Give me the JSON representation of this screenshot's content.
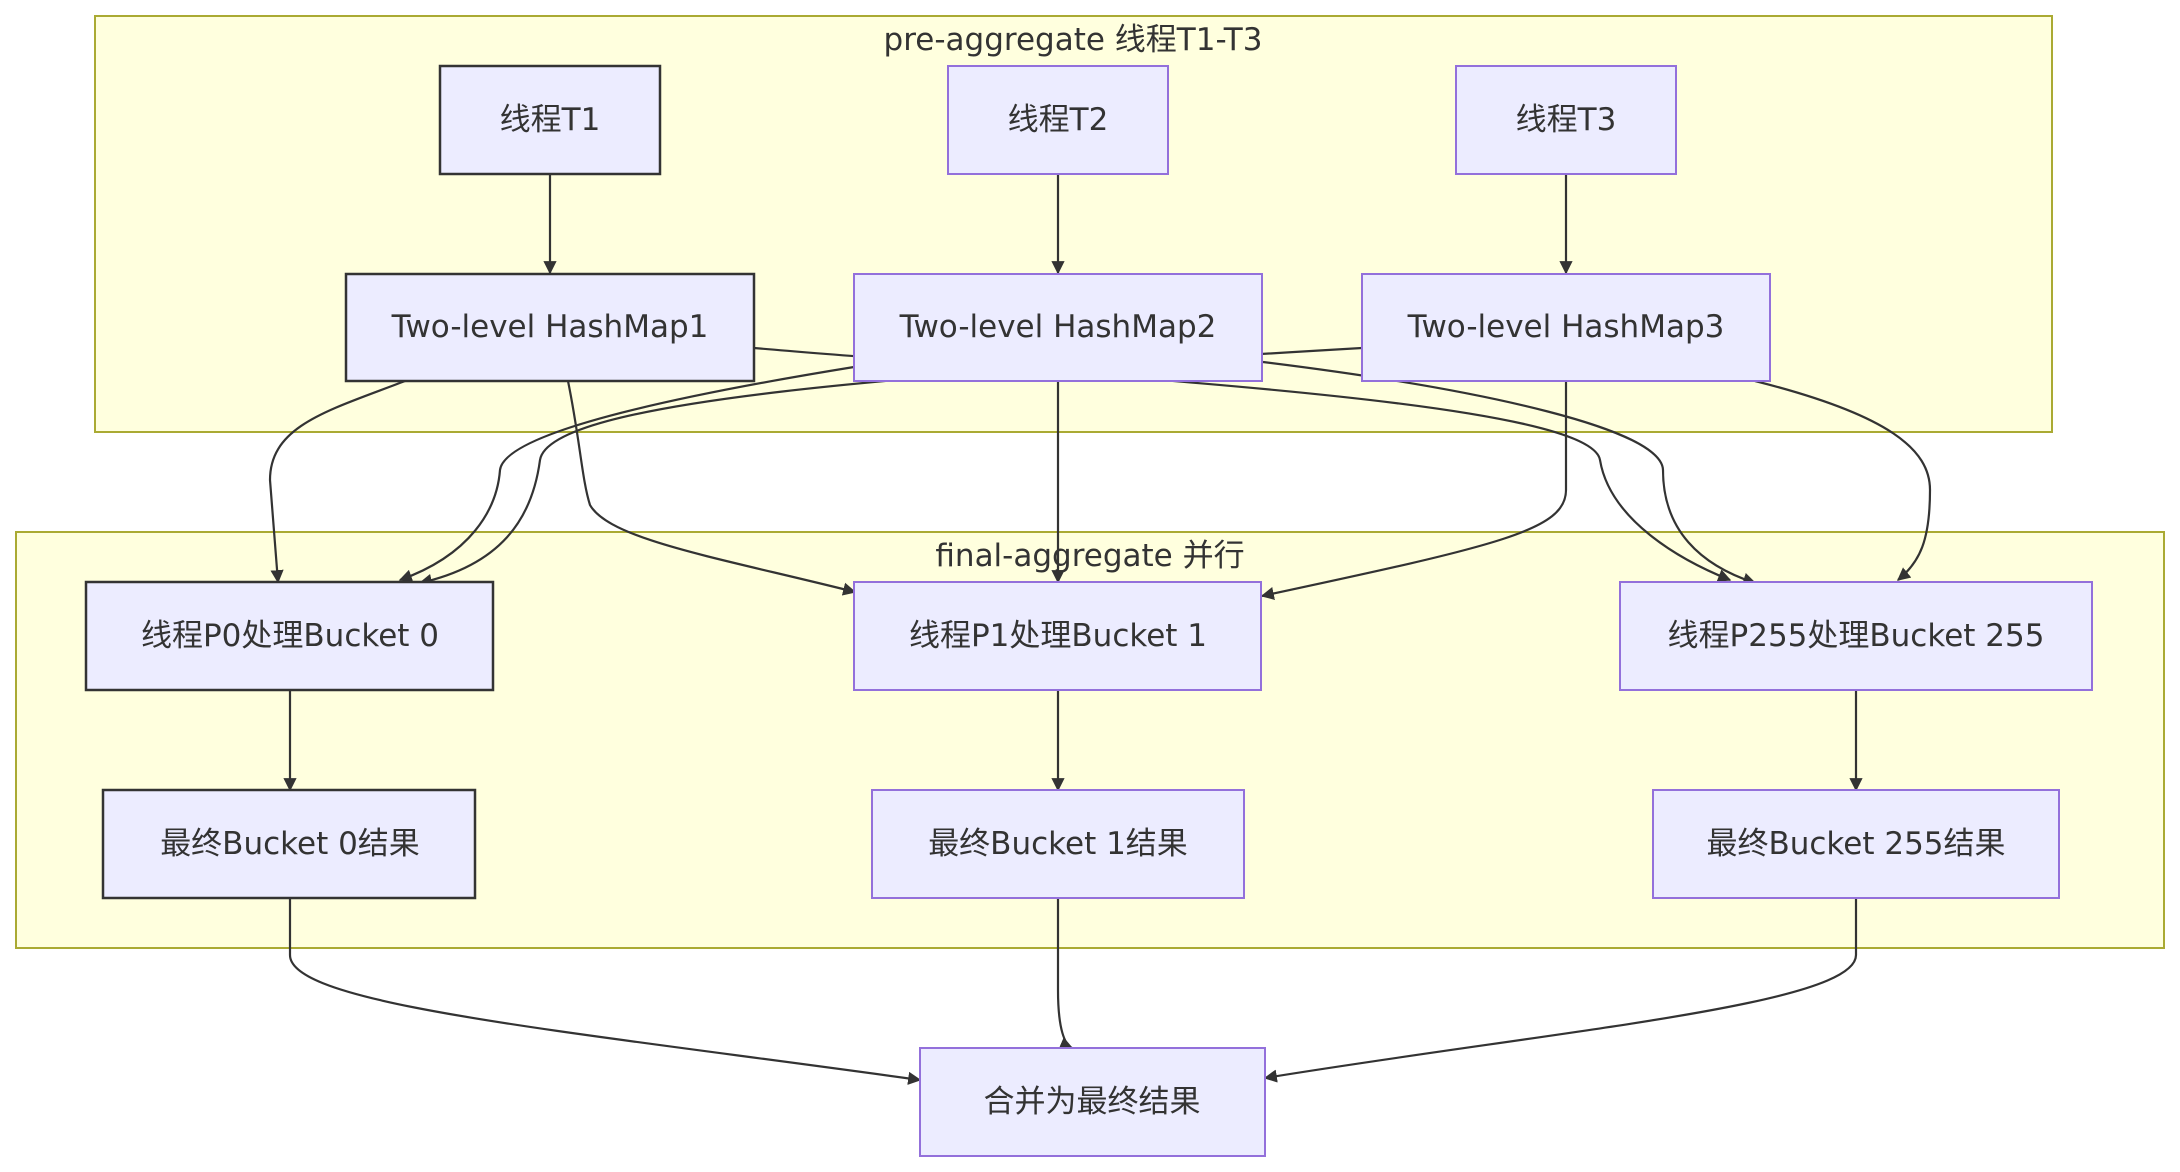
{
  "clusters": {
    "pre": {
      "label": "pre-aggregate 线程T1-T3"
    },
    "final": {
      "label": "final-aggregate 并行"
    }
  },
  "nodes": {
    "t1": {
      "label": "线程T1"
    },
    "t2": {
      "label": "线程T2"
    },
    "t3": {
      "label": "线程T3"
    },
    "hm1": {
      "label": "Two-level HashMap1"
    },
    "hm2": {
      "label": "Two-level HashMap2"
    },
    "hm3": {
      "label": "Two-level HashMap3"
    },
    "p0": {
      "label": "线程P0处理Bucket 0"
    },
    "p1": {
      "label": "线程P1处理Bucket 1"
    },
    "p255": {
      "label": "线程P255处理Bucket 255"
    },
    "r0": {
      "label": "最终Bucket 0结果"
    },
    "r1": {
      "label": "最终Bucket 1结果"
    },
    "r255": {
      "label": "最终Bucket 255结果"
    },
    "merge": {
      "label": "合并为最终结果"
    }
  },
  "colors": {
    "cluster_fill": "#ffffde",
    "cluster_stroke": "#aaaa33",
    "node_fill": "#ececff",
    "node_stroke": "#9370db",
    "text": "#333333",
    "edge": "#333333"
  }
}
